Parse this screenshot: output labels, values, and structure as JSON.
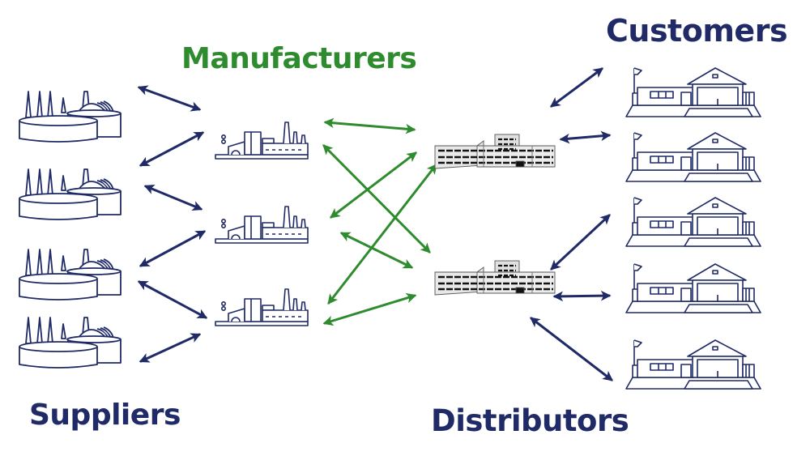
{
  "labels": {
    "customers": "Customers",
    "manufacturers": "Manufacturers",
    "suppliers": "Suppliers",
    "distributors": "Distributors"
  },
  "colors": {
    "navy": "#1f2a66",
    "green": "#2e8b2e",
    "distributor_fill": "#e8e8e8",
    "background": "#ffffff"
  },
  "nodes": {
    "suppliers": [
      {
        "id": "supplier-1",
        "icon": "power-plant-icon"
      },
      {
        "id": "supplier-2",
        "icon": "power-plant-icon"
      },
      {
        "id": "supplier-3",
        "icon": "power-plant-icon"
      },
      {
        "id": "supplier-4",
        "icon": "power-plant-icon"
      }
    ],
    "manufacturers": [
      {
        "id": "manufacturer-1",
        "icon": "factory-icon"
      },
      {
        "id": "manufacturer-2",
        "icon": "factory-icon"
      },
      {
        "id": "manufacturer-3",
        "icon": "factory-icon"
      }
    ],
    "distributors": [
      {
        "id": "distributor-1",
        "icon": "warehouse-building-icon"
      },
      {
        "id": "distributor-2",
        "icon": "warehouse-building-icon"
      }
    ],
    "customers": [
      {
        "id": "customer-1",
        "icon": "house-icon"
      },
      {
        "id": "customer-2",
        "icon": "house-icon"
      },
      {
        "id": "customer-3",
        "icon": "house-icon"
      },
      {
        "id": "customer-4",
        "icon": "house-icon"
      },
      {
        "id": "customer-5",
        "icon": "house-icon"
      }
    ]
  },
  "links": [
    {
      "from": "supplier-1",
      "to": "manufacturer-1",
      "style": "navy",
      "bidirectional": true
    },
    {
      "from": "supplier-2",
      "to": "manufacturer-1",
      "style": "navy",
      "bidirectional": true
    },
    {
      "from": "supplier-2",
      "to": "manufacturer-2",
      "style": "navy",
      "bidirectional": true
    },
    {
      "from": "supplier-3",
      "to": "manufacturer-2",
      "style": "navy",
      "bidirectional": true
    },
    {
      "from": "supplier-3",
      "to": "manufacturer-3",
      "style": "navy",
      "bidirectional": true
    },
    {
      "from": "supplier-4",
      "to": "manufacturer-3",
      "style": "navy",
      "bidirectional": true
    },
    {
      "from": "manufacturer-1",
      "to": "distributor-1",
      "style": "green",
      "bidirectional": true
    },
    {
      "from": "manufacturer-1",
      "to": "distributor-2",
      "style": "green",
      "bidirectional": true
    },
    {
      "from": "manufacturer-2",
      "to": "distributor-1",
      "style": "green",
      "bidirectional": true
    },
    {
      "from": "manufacturer-2",
      "to": "distributor-2",
      "style": "green",
      "bidirectional": true
    },
    {
      "from": "manufacturer-3",
      "to": "distributor-1",
      "style": "green",
      "bidirectional": true
    },
    {
      "from": "manufacturer-3",
      "to": "distributor-2",
      "style": "green",
      "bidirectional": true
    },
    {
      "from": "distributor-1",
      "to": "customer-1",
      "style": "navy",
      "bidirectional": true
    },
    {
      "from": "distributor-1",
      "to": "customer-2",
      "style": "navy",
      "bidirectional": true
    },
    {
      "from": "distributor-2",
      "to": "customer-3",
      "style": "navy",
      "bidirectional": true
    },
    {
      "from": "distributor-2",
      "to": "customer-4",
      "style": "navy",
      "bidirectional": true
    },
    {
      "from": "distributor-2",
      "to": "customer-5",
      "style": "navy",
      "bidirectional": true
    }
  ]
}
